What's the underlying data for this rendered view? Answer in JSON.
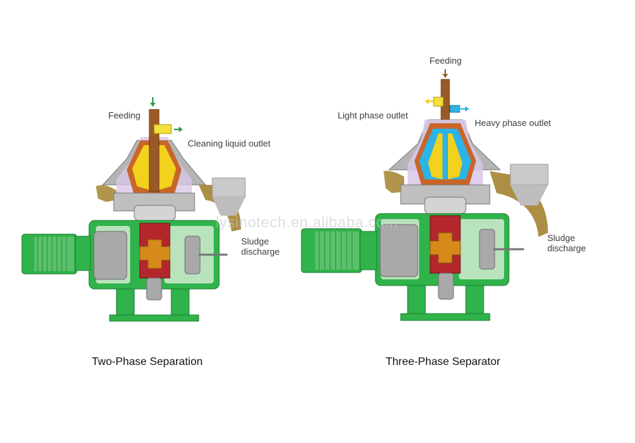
{
  "watermark": "lysinotech.en.alibaba.com",
  "two_phase": {
    "caption": "Two-Phase Separation",
    "feeding": "Feeding",
    "cleaning_outlet": "Cleaning liquid outlet",
    "sludge": "Sludge\ndischarge"
  },
  "three_phase": {
    "caption": "Three-Phase Separator",
    "feeding": "Feeding",
    "light_outlet": "Light phase outlet",
    "heavy_outlet": "Heavy phase outlet",
    "sludge": "Sludge\ndischarge"
  },
  "colors": {
    "housing_green": "#2fb34a",
    "housing_light": "#b9e3bd",
    "bowl_yellow": "#f2d21c",
    "bowl_orange": "#c8662a",
    "bowl_gray": "#a9a9a9",
    "rotor_red": "#b3262c",
    "impeller_orange": "#d58a1a",
    "heavy_blue": "#2cb4e6",
    "sludge_brown": "#a8893a",
    "feed_arrow": "#2e9a45",
    "feed_arrow_brown": "#9a5a22"
  }
}
